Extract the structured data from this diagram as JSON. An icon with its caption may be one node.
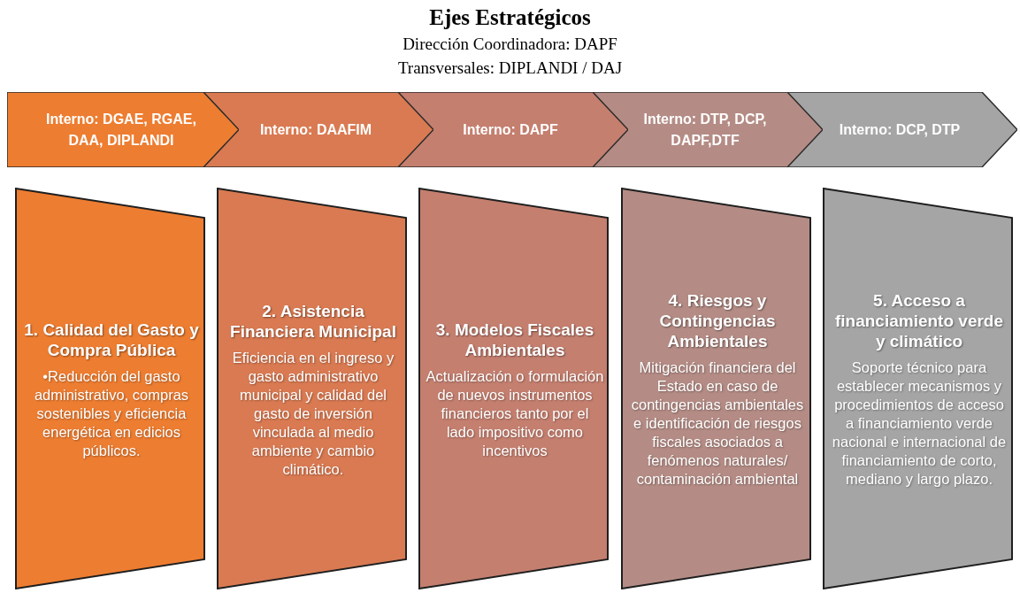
{
  "diagram": {
    "title": "Ejes Estratégicos",
    "nodes": [
      {
        "text": [
          "Interno: DGAE, RGAE, DAA, DIPLANDI"
        ]
      },
      {
        "text": [
          "Interno: DAAFIM"
        ]
      },
      {
        "text": [
          "Interno: DAPF"
        ]
      },
      {
        "text": [
          "Interno: DTP, DCP, DAPF,DTF"
        ]
      },
      {
        "text": [
          "Interno: DCP, DTP"
        ]
      },
      {
        "text": [
          "1. Calidad del Gasto y Compra Pública",
          "•Reducción del gasto administrativo, compras sostenibles y eficiencia energética en edicios públicos."
        ]
      },
      {
        "text": [
          "2. Asistencia Financiera Municipal",
          "Eficiencia en el ingreso y gasto administrativo municipal y calidad del gasto de inversión vinculada al medio ambiente y cambio climático."
        ]
      },
      {
        "text": [
          "3. Modelos Fiscales Ambientales",
          "Actualización o formulación de nuevos instrumentos financieros tanto por el lado impositivo como incentivos"
        ]
      },
      {
        "text": [
          "4. Riesgos y Contingencias Ambientales",
          "Mitigación financiera del Estado en caso de contingencias ambientales e identificación de riesgos fiscales asociados a fenómenos naturales/ contaminación ambiental"
        ]
      },
      {
        "text": [
          "5. Acceso a financiamiento verde y climático",
          "Soporte técnico para establecer mecanismos y procedimientos de acceso a financiamiento verde nacional e internacional de financiamiento de corto, mediano y largo plazo."
        ]
      }
    ],
    "labels": [
      "Dirección Coordinadora: DAPF",
      "Transversales: DIPLANDI / DAJ"
    ]
  }
}
